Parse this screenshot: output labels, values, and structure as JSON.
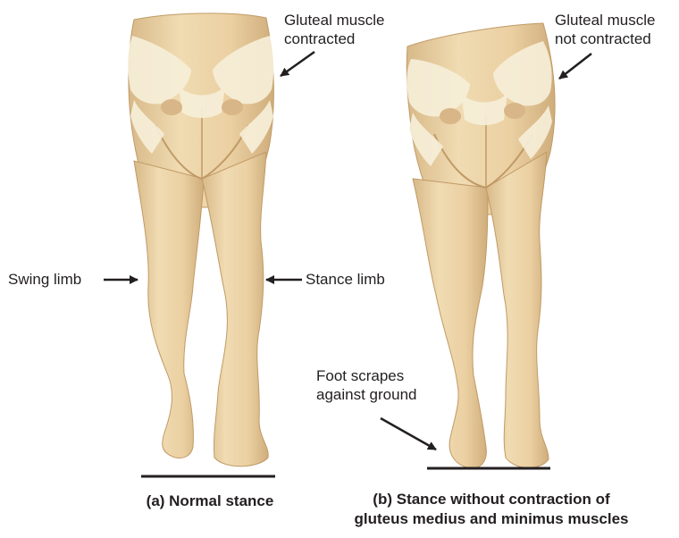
{
  "labels": {
    "glut_contracted": [
      "Gluteal muscle",
      "contracted"
    ],
    "glut_not_contracted": [
      "Gluteal muscle",
      "not contracted"
    ],
    "swing_limb": "Swing limb",
    "stance_limb": "Stance limb",
    "foot_scrapes": [
      "Foot scrapes",
      "against ground"
    ]
  },
  "captions": {
    "a": "(a) Normal stance",
    "b_line1": "(b) Stance without contraction of",
    "b_line2": "gluteus medius and minimus muscles"
  },
  "colors": {
    "skin": "#e9cf9f",
    "skin_light": "#f1ddb5",
    "shade": "#c9a673",
    "bone": "#f7efd9",
    "text": "#231f20",
    "ground": "#231f20"
  }
}
